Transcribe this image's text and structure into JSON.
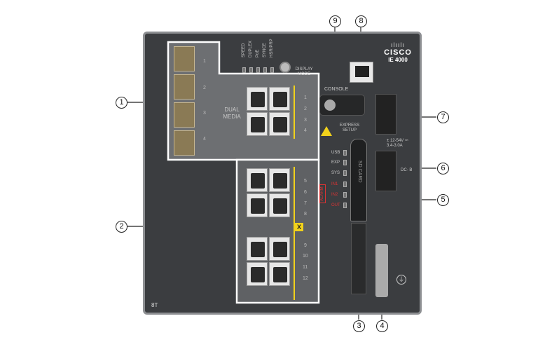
{
  "brand": {
    "logo": "CISCO",
    "model": "IE 4000",
    "variant": "8T"
  },
  "labels": {
    "dual_media": "DUAL MEDIA",
    "display_mode": "DISPLAY MODE",
    "console": "CONSOLE",
    "express_setup": "EXPRESS SETUP",
    "alarm": "ALARM",
    "sd_card": "SD CARD",
    "power_rating": "± 12-54V ⎓ 3.4-3.0A",
    "dc_b": "DC- B",
    "x_mark": "X"
  },
  "status_leds": [
    "SPEED",
    "DUPLEX",
    "PoE",
    "SYNCE",
    "HSR/PRP"
  ],
  "system_leds": [
    "USB",
    "EXP",
    "SYS",
    "IN1",
    "IN2",
    "OUT"
  ],
  "port_numbers": [
    "1",
    "2",
    "3",
    "4",
    "5",
    "6",
    "7",
    "8",
    "9",
    "10",
    "11",
    "12"
  ],
  "sfp_numbers": [
    "1",
    "2",
    "3",
    "4"
  ],
  "callouts": [
    "1",
    "2",
    "3",
    "4",
    "5",
    "6",
    "7",
    "8",
    "9"
  ],
  "colors": {
    "panel": "#3b3d40",
    "highlight": "#ffffff",
    "alarm": "#d33",
    "yellow": "#f2d21b"
  }
}
